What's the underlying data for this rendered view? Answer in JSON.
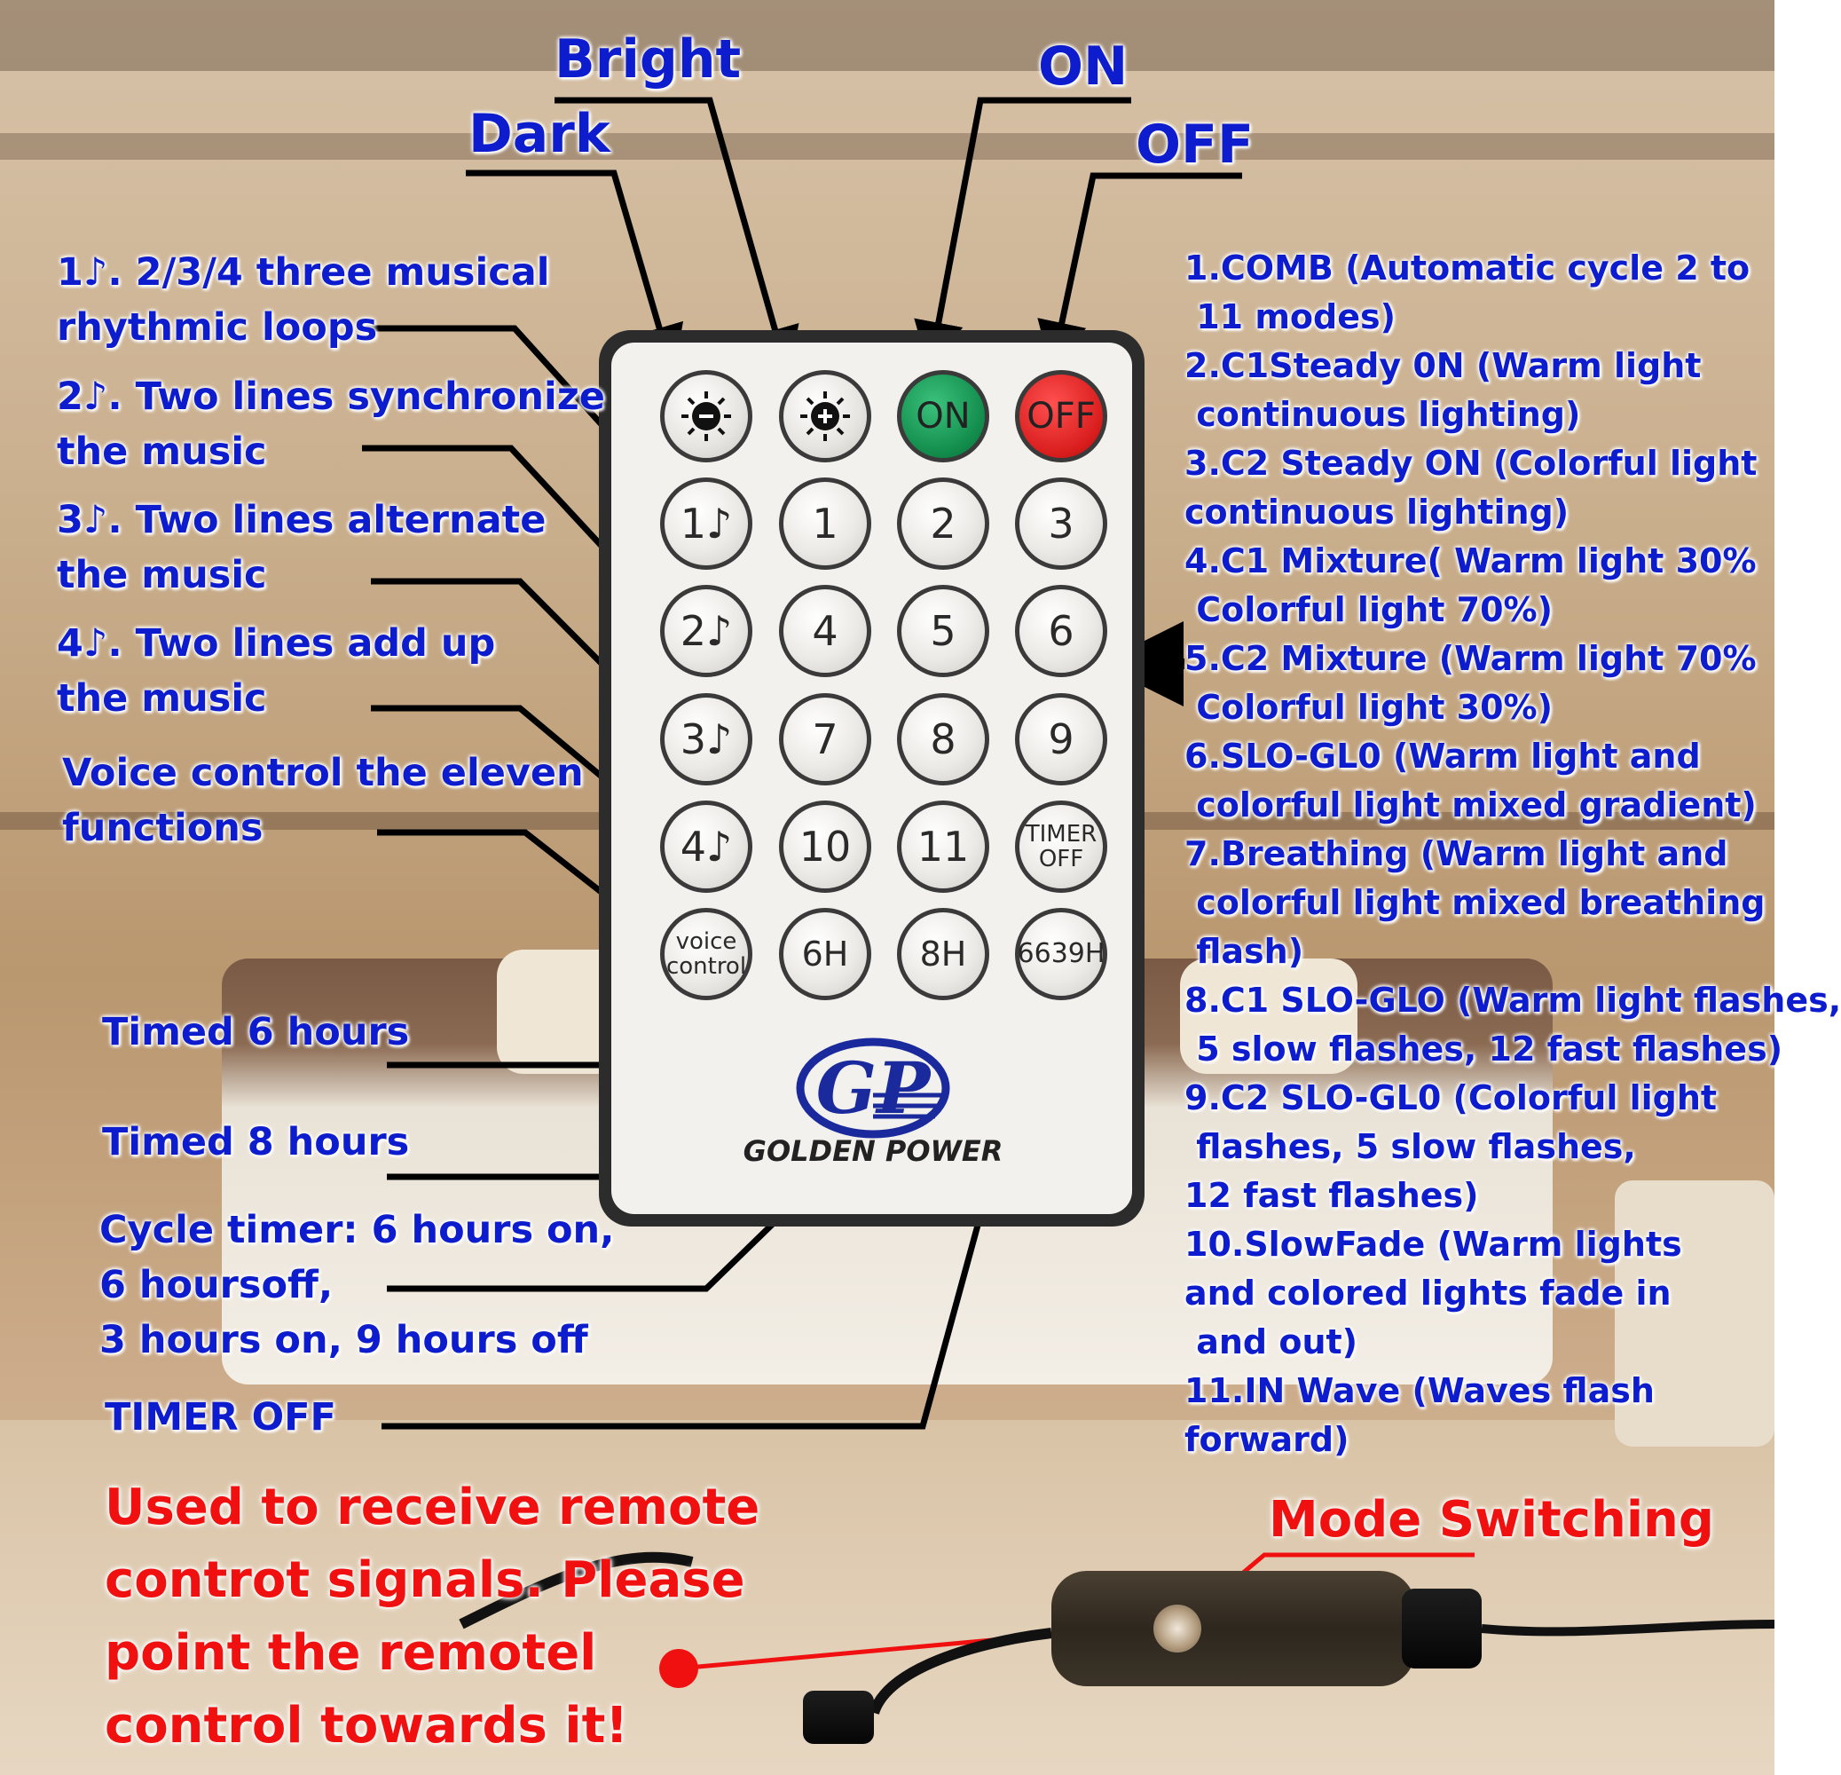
{
  "top_labels": {
    "bright": "Bright",
    "dark": "Dark",
    "on": "ON",
    "off": "OFF"
  },
  "left_labels": [
    {
      "lines": [
        "1♪. 2/3/4 three musical",
        "rhythmic loops"
      ]
    },
    {
      "lines": [
        "2♪. Two lines synchronize",
        "the music"
      ]
    },
    {
      "lines": [
        "3♪. Two lines alternate",
        "the music"
      ]
    },
    {
      "lines": [
        "4♪. Two lines add up",
        " the music"
      ]
    },
    {
      "lines": [
        "Voice control the eleven",
        "functions"
      ]
    }
  ],
  "timer_labels": {
    "six": "Timed 6 hours",
    "eight": "Timed 8 hours",
    "cycle": [
      "Cycle timer: 6 hours on,",
      "6 hoursoff,",
      "3 hours on, 9 hours off"
    ],
    "timer_off": "TIMER OFF"
  },
  "modes": [
    "1.COMB (Automatic cycle 2 to",
    " 11 modes)",
    "2.C1Steady 0N (Warm light",
    " continuous lighting)",
    "3.C2 Steady ON (Colorful light",
    "continuous lighting)",
    "4.C1 Mixture( Warm light 30%",
    " Colorful light 70%)",
    "5.C2 Mixture (Warm light 70%",
    " Colorful light 30%)",
    "6.SLO-GL0 (Warm light and",
    " colorful light mixed gradient)",
    "7.Breathing (Warm light and",
    " colorful light mixed breathing",
    " flash)",
    "8.C1 SLO-GLO (Warm light flashes,",
    " 5 slow flashes, 12 fast flashes)",
    "9.C2 SLO-GL0 (Colorful light",
    " flashes, 5 slow flashes,",
    "12 fast flashes)",
    "10.SlowFade (Warm lights",
    "and colored lights fade in",
    " and out)",
    "11.IN Wave (Waves flash",
    "forward)"
  ],
  "receiver_note": [
    "Used to receive remote",
    "controt signals. Please",
    "point the remotel",
    "control towards it!"
  ],
  "mode_switching": "Mode Switching",
  "remote": {
    "top_buttons": [
      {
        "label": "−",
        "icon": "sun-minus-icon"
      },
      {
        "label": "+",
        "icon": "sun-plus-icon"
      },
      {
        "label": "ON"
      },
      {
        "label": "OFF"
      }
    ],
    "music_buttons": [
      "1♪",
      "2♪",
      "3♪",
      "4♪"
    ],
    "number_buttons": [
      "1",
      "2",
      "3",
      "4",
      "5",
      "6",
      "7",
      "8",
      "9",
      "10",
      "11"
    ],
    "timer_off_button": [
      "TIMER",
      "OFF"
    ],
    "voice_button": [
      "voice",
      "control"
    ],
    "timer_buttons": [
      "6H",
      "8H",
      "6639H"
    ],
    "brand_logo": "GP",
    "brand_name": "GOLDEN POWER"
  },
  "colors": {
    "label_blue": "#0d1ccc",
    "note_red": "#f01010",
    "on_green": "#118a4a",
    "off_red": "#d81c1c"
  }
}
